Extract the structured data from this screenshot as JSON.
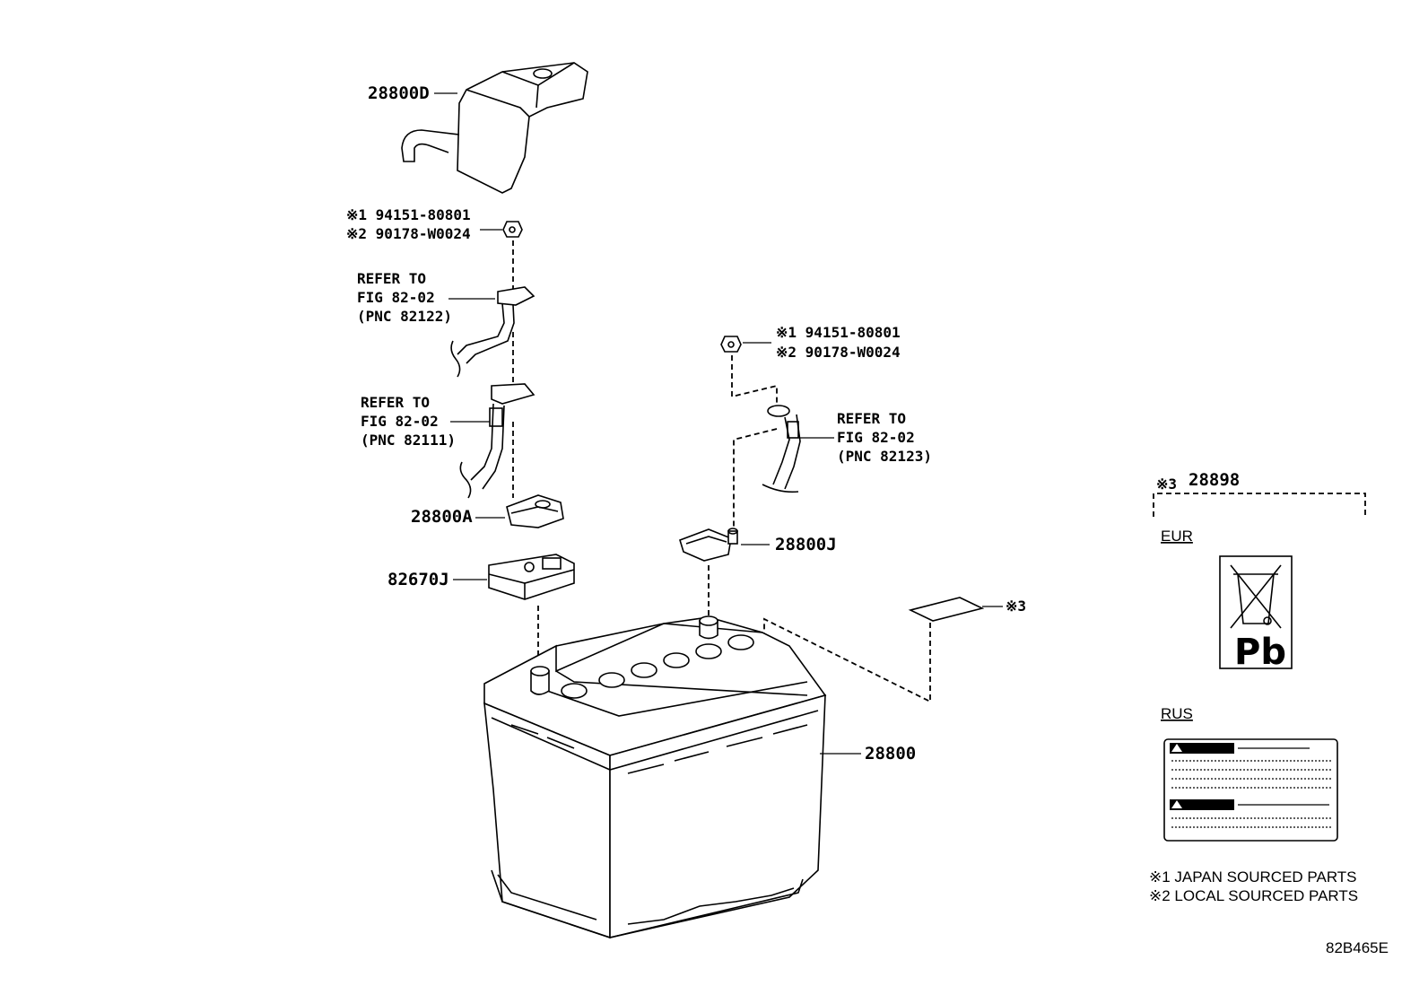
{
  "callouts": {
    "cover_28800d": "28800D",
    "nut_top_1": "※1 94151-80801",
    "nut_top_2": "※2 90178-W0024",
    "refer1": [
      "REFER TO",
      "FIG 82-02",
      "(PNC 82122)"
    ],
    "refer2": [
      "REFER TO",
      "FIG 82-02",
      "(PNC 82111)"
    ],
    "clamp_28800a": "28800A",
    "cover_82670j": "82670J",
    "nut_right_1": "※1 94151-80801",
    "nut_right_2": "※2 90178-W0024",
    "refer3": [
      "REFER TO",
      "FIG 82-02",
      "(PNC 82123)"
    ],
    "clamp_28800j": "28800J",
    "label_ref": "※3",
    "battery": "28800"
  },
  "label_panel": {
    "title_mark": "※3",
    "title_part": "28898",
    "eur": "EUR",
    "pb": "Pb",
    "rus": "RUS"
  },
  "legend": {
    "note1": "※1 JAPAN SOURCED PARTS",
    "note2": "※2 LOCAL SOURCED PARTS"
  },
  "figure_id": "82B465E"
}
